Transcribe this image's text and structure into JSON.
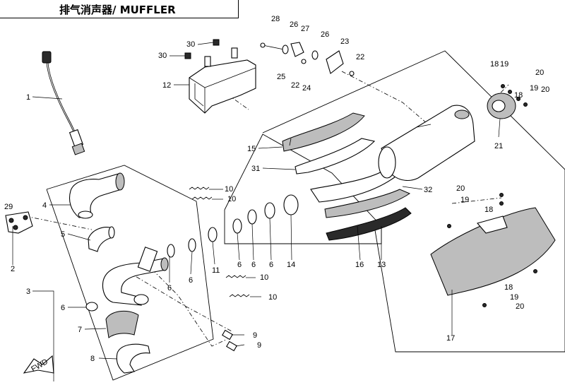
{
  "title": "排气消声器/ MUFFLER",
  "fwd_label": "FWD",
  "callouts": [
    {
      "id": "c1",
      "text": "1"
    },
    {
      "id": "c2",
      "text": "2"
    },
    {
      "id": "c3",
      "text": "3"
    },
    {
      "id": "c4",
      "text": "4"
    },
    {
      "id": "c5",
      "text": "5"
    },
    {
      "id": "c6a",
      "text": "6"
    },
    {
      "id": "c6b",
      "text": "6"
    },
    {
      "id": "c6c",
      "text": "6"
    },
    {
      "id": "c6d",
      "text": "6"
    },
    {
      "id": "c6e",
      "text": "6"
    },
    {
      "id": "c6f",
      "text": "6"
    },
    {
      "id": "c7",
      "text": "7"
    },
    {
      "id": "c8",
      "text": "8"
    },
    {
      "id": "c9a",
      "text": "9"
    },
    {
      "id": "c9b",
      "text": "9"
    },
    {
      "id": "c10a",
      "text": "10"
    },
    {
      "id": "c10b",
      "text": "10"
    },
    {
      "id": "c10c",
      "text": "10"
    },
    {
      "id": "c10d",
      "text": "10"
    },
    {
      "id": "c11",
      "text": "11"
    },
    {
      "id": "c12",
      "text": "12"
    },
    {
      "id": "c13",
      "text": "13"
    },
    {
      "id": "c14",
      "text": "14"
    },
    {
      "id": "c15",
      "text": "15"
    },
    {
      "id": "c16",
      "text": "16"
    },
    {
      "id": "c17",
      "text": "17"
    },
    {
      "id": "c18a",
      "text": "18"
    },
    {
      "id": "c18b",
      "text": "18"
    },
    {
      "id": "c18c",
      "text": "18"
    },
    {
      "id": "c18d",
      "text": "18"
    },
    {
      "id": "c19a",
      "text": "19"
    },
    {
      "id": "c19b",
      "text": "19"
    },
    {
      "id": "c19c",
      "text": "19"
    },
    {
      "id": "c19d",
      "text": "19"
    },
    {
      "id": "c20a",
      "text": "20"
    },
    {
      "id": "c20b",
      "text": "20"
    },
    {
      "id": "c20c",
      "text": "20"
    },
    {
      "id": "c20d",
      "text": "20"
    },
    {
      "id": "c21",
      "text": "21"
    },
    {
      "id": "c22a",
      "text": "22"
    },
    {
      "id": "c22b",
      "text": "22"
    },
    {
      "id": "c23",
      "text": "23"
    },
    {
      "id": "c24",
      "text": "24"
    },
    {
      "id": "c25",
      "text": "25"
    },
    {
      "id": "c26a",
      "text": "26"
    },
    {
      "id": "c26b",
      "text": "26"
    },
    {
      "id": "c27",
      "text": "27"
    },
    {
      "id": "c28",
      "text": "28"
    },
    {
      "id": "c29",
      "text": "29"
    },
    {
      "id": "c30a",
      "text": "30"
    },
    {
      "id": "c30b",
      "text": "30"
    },
    {
      "id": "c31",
      "text": "31"
    },
    {
      "id": "c32",
      "text": "32"
    }
  ]
}
